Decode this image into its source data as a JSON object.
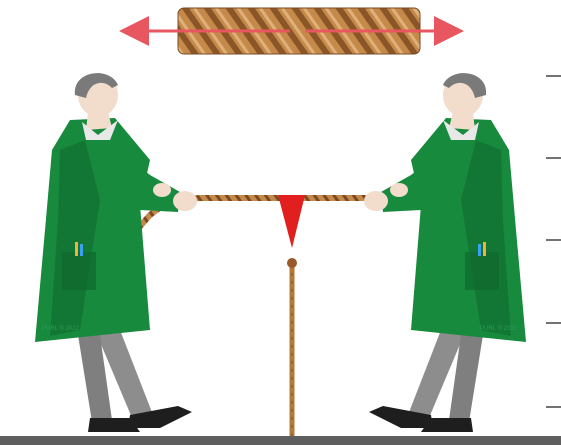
{
  "scene": {
    "floor_color": "#5e5e5e",
    "coat_color": "#178a3e",
    "coat_shadow": "#0f6a2e",
    "trouser_color": "#8d8d8d",
    "rope_color": "#b57a3a",
    "arrow_color": "#e8575f",
    "flag_color": "#e21f1f",
    "hair_color": "#7a7a7a",
    "skin_color": "#f2dccb",
    "shoe_color": "#1e1e1e"
  },
  "ruler": {
    "tick_count": 5
  },
  "people": [
    {
      "id": "left-person",
      "pocket_logo": "icons-pens",
      "coat_marking": "PURL ® 2022"
    },
    {
      "id": "right-person",
      "pocket_logo": "icons-pens",
      "coat_marking": "PURL ® 2022"
    }
  ]
}
